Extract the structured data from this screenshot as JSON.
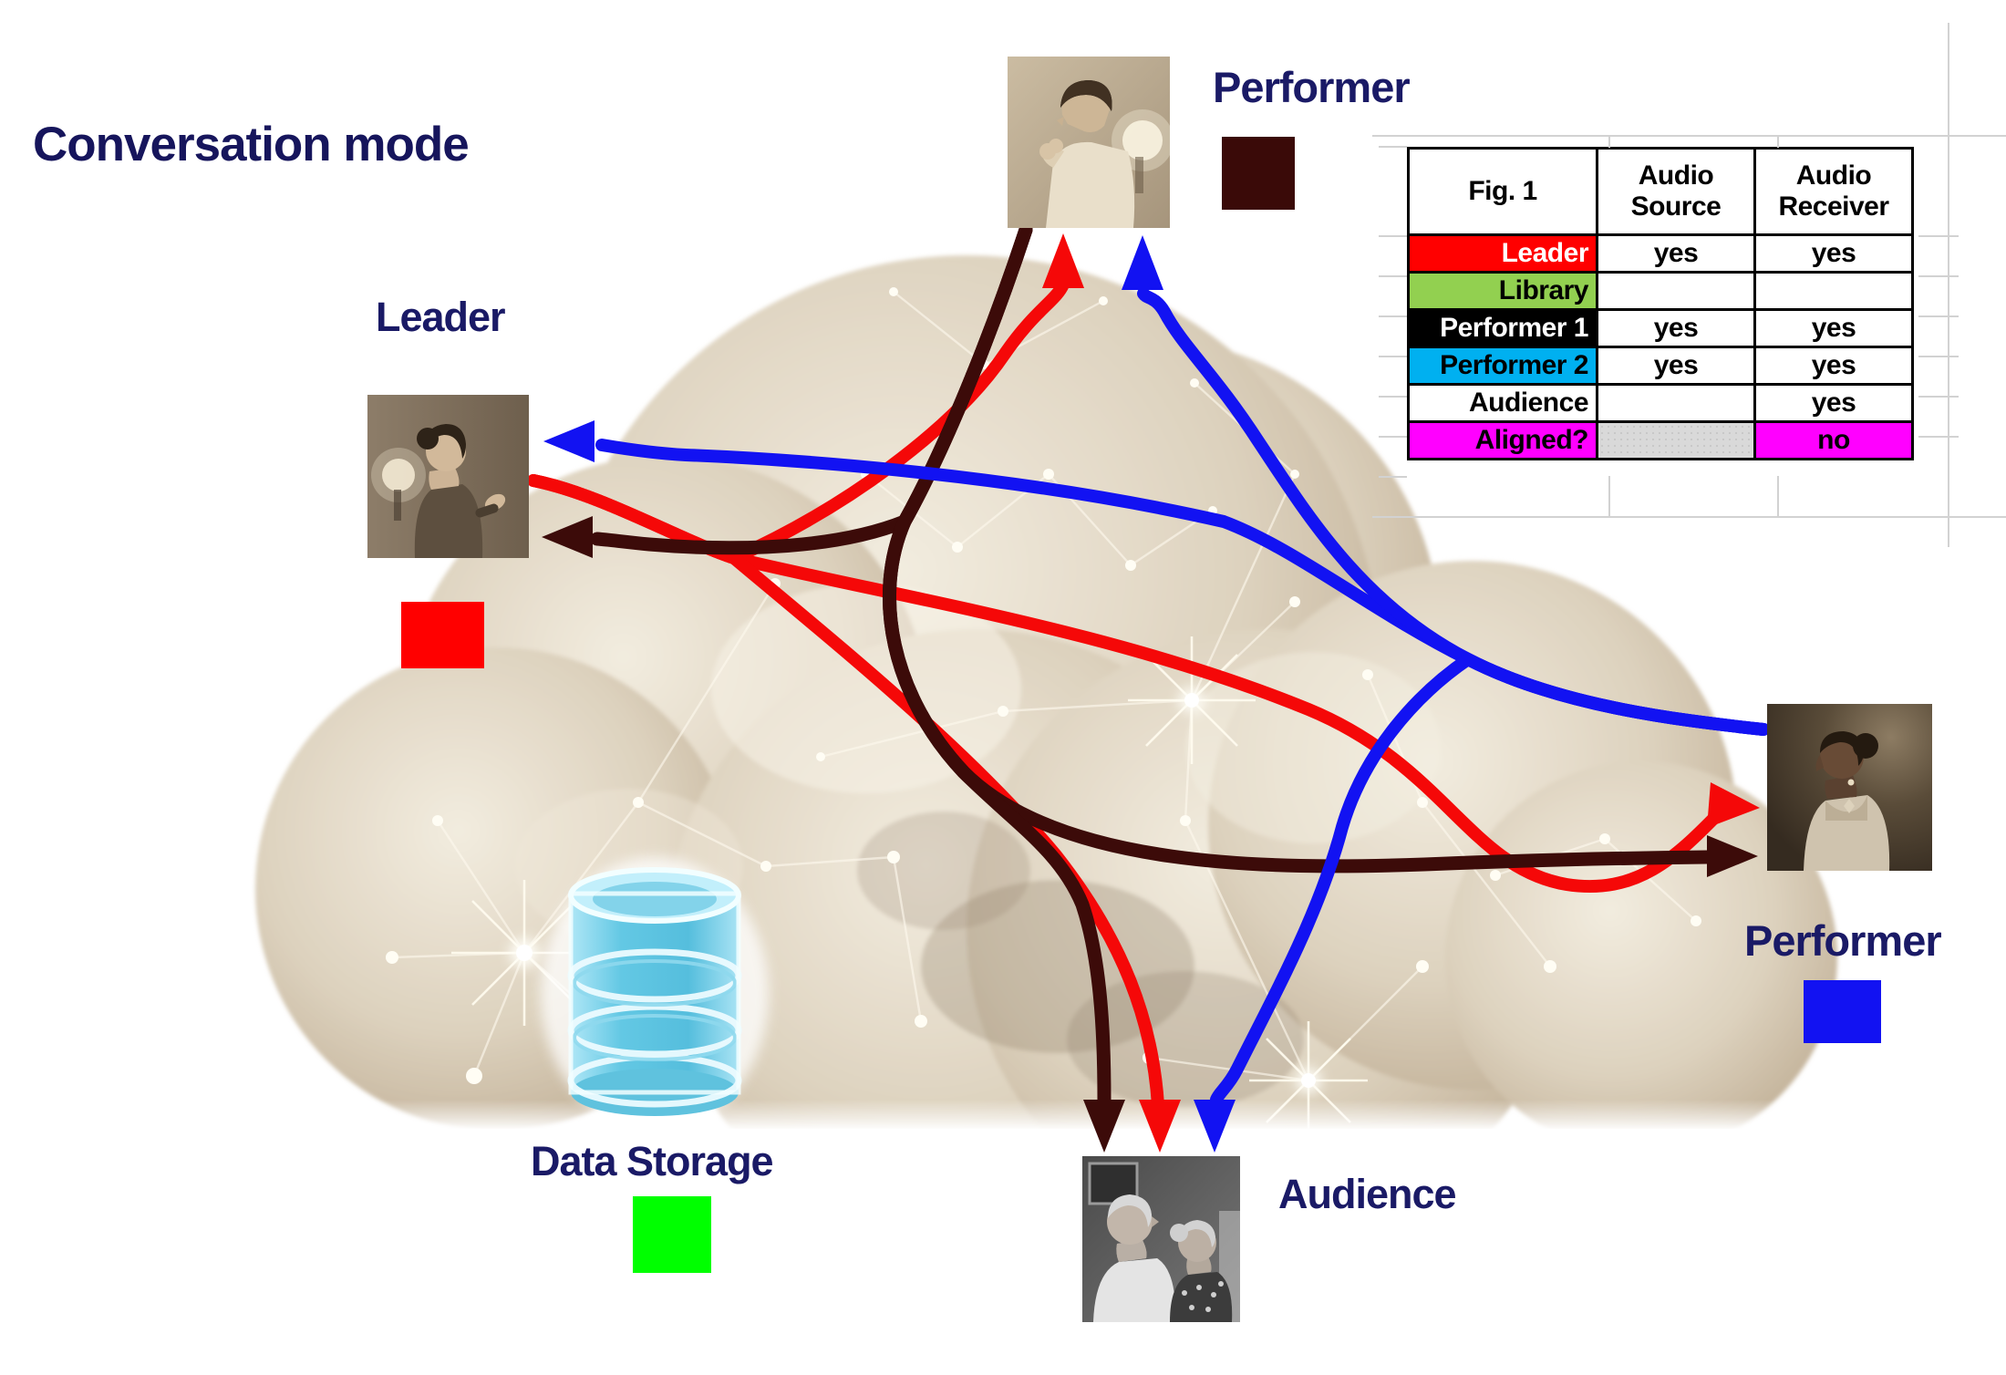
{
  "title": "Conversation mode",
  "nodes": {
    "performer1": {
      "label": "Performer",
      "chip_color": "#3a0a08"
    },
    "leader": {
      "label": "Leader",
      "chip_color": "#ff0000"
    },
    "performer2": {
      "label": "Performer",
      "chip_color": "#1212f2"
    },
    "audience": {
      "label": "Audience"
    },
    "data_storage": {
      "label": "Data Storage",
      "chip_color": "#00ff00"
    }
  },
  "arrows": {
    "leader_out": {
      "color": "#f50808"
    },
    "performer1_out": {
      "color": "#3c0b09"
    },
    "performer2_out": {
      "color": "#1212f2"
    }
  },
  "table": {
    "corner_label": "Fig. 1",
    "col_headers": [
      "Audio Source",
      "Audio Receiver"
    ],
    "rows": [
      {
        "label": "Leader",
        "label_bg": "#ff0000",
        "label_fg": "#ffffff",
        "source": "yes",
        "receiver": "yes",
        "source_bg": "#ffffff",
        "receiver_bg": "#ffffff"
      },
      {
        "label": "Library",
        "label_bg": "#92d050",
        "label_fg": "#000000",
        "source": "",
        "receiver": "",
        "source_bg": "#ffffff",
        "receiver_bg": "#ffffff"
      },
      {
        "label": "Performer 1",
        "label_bg": "#000000",
        "label_fg": "#ffffff",
        "source": "yes",
        "receiver": "yes",
        "source_bg": "#ffffff",
        "receiver_bg": "#ffffff"
      },
      {
        "label": "Performer 2",
        "label_bg": "#00b0f0",
        "label_fg": "#000000",
        "source": "yes",
        "receiver": "yes",
        "source_bg": "#ffffff",
        "receiver_bg": "#ffffff"
      },
      {
        "label": "Audience",
        "label_bg": "#ffffff",
        "label_fg": "#000000",
        "source": "",
        "receiver": "yes",
        "source_bg": "#ffffff",
        "receiver_bg": "#ffffff"
      },
      {
        "label": "Aligned?",
        "label_bg": "#ff00ff",
        "label_fg": "#000000",
        "source": "",
        "receiver": "no",
        "source_bg": "#d9d9d9",
        "receiver_bg": "#ff00ff"
      }
    ]
  }
}
